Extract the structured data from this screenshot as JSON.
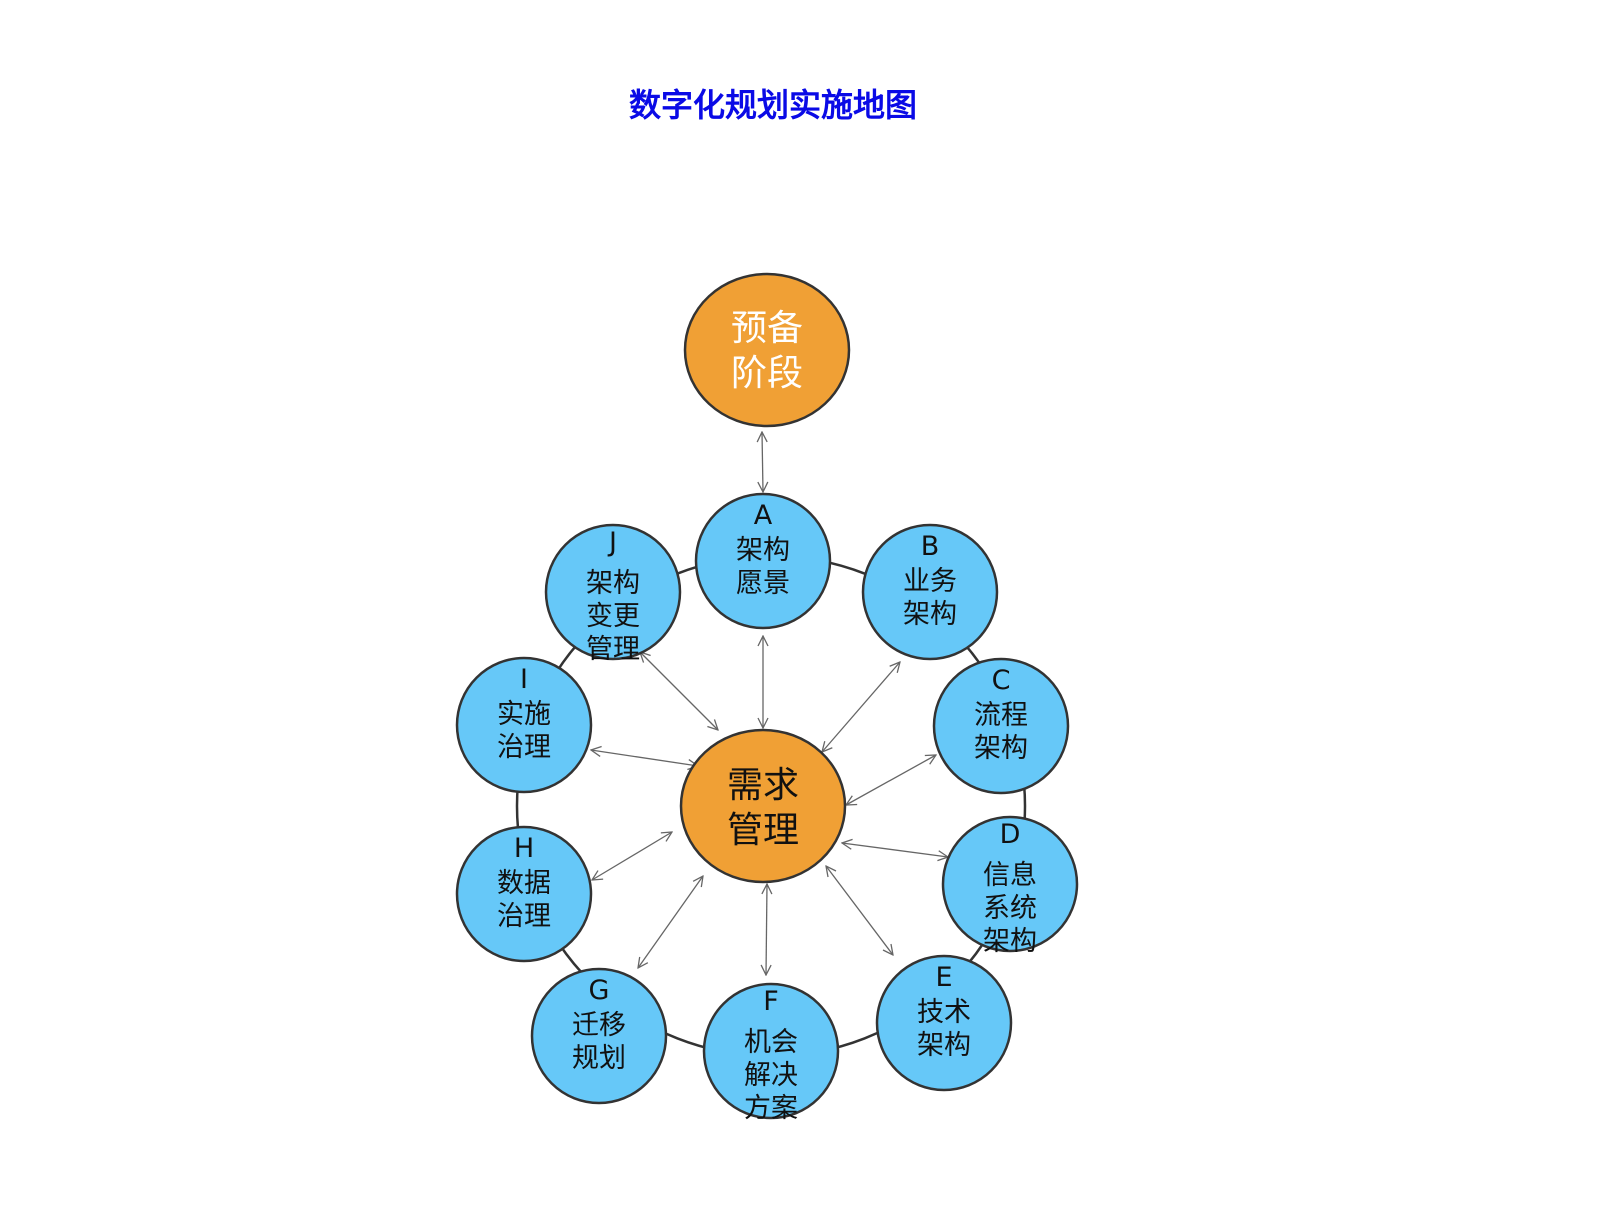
{
  "title": "数字化规划实施地图",
  "prep": {
    "lines": [
      "预备",
      "阶段"
    ]
  },
  "center": {
    "lines": [
      "需求",
      "管理"
    ]
  },
  "nodes": [
    {
      "letter": "A",
      "lines": [
        "架构",
        "愿景"
      ]
    },
    {
      "letter": "B",
      "lines": [
        "业务",
        "架构"
      ]
    },
    {
      "letter": "C",
      "lines": [
        "流程",
        "架构"
      ]
    },
    {
      "letter": "D",
      "lines": [
        "信息",
        "系统",
        "架构"
      ]
    },
    {
      "letter": "E",
      "lines": [
        "技术",
        "架构"
      ]
    },
    {
      "letter": "F",
      "lines": [
        "机会",
        "解决",
        "方案"
      ]
    },
    {
      "letter": "G",
      "lines": [
        "迁移",
        "规划"
      ]
    },
    {
      "letter": "H",
      "lines": [
        "数据",
        "治理"
      ]
    },
    {
      "letter": "I",
      "lines": [
        "实施",
        "治理"
      ]
    },
    {
      "letter": "J",
      "lines": [
        "架构",
        "变更",
        "管理"
      ]
    }
  ],
  "colors": {
    "title": "#0a0ae6",
    "node": "#66c8f8",
    "hub": "#f0a035"
  }
}
